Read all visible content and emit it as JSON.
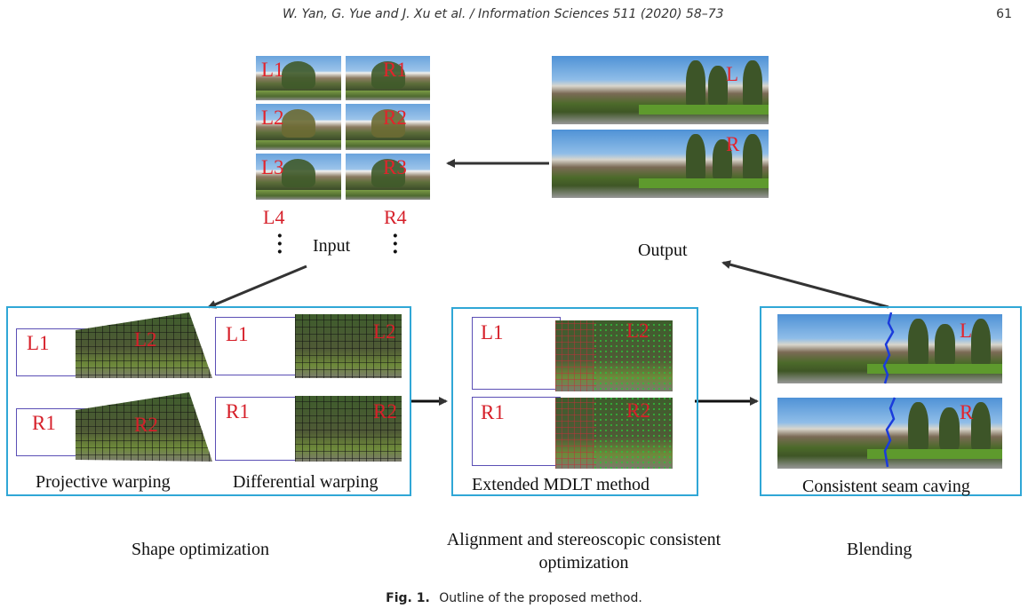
{
  "header": {
    "running_head": "W. Yan, G. Yue and J. Xu et al. / Information Sciences 511 (2020) 58–73",
    "page_number": "61"
  },
  "input": {
    "tiles": [
      "L1",
      "R1",
      "L2",
      "R2",
      "L3",
      "R3"
    ],
    "extra_labels": [
      "L4",
      "R4"
    ],
    "caption": "Input"
  },
  "output": {
    "labels": [
      "L",
      "R"
    ],
    "caption": "Output"
  },
  "shape_box": {
    "captions": [
      "Projective warping",
      "Differential warping"
    ],
    "labels": [
      "L1",
      "L2",
      "R1",
      "R2",
      "L1",
      "L2",
      "R1",
      "R2"
    ]
  },
  "alignment_box": {
    "caption": "Extended MDLT method",
    "labels": [
      "L1",
      "L2",
      "R1",
      "R2"
    ]
  },
  "blending_box": {
    "caption": "Consistent seam caving",
    "labels": [
      "L",
      "R"
    ]
  },
  "stages": {
    "shape": "Shape optimization",
    "alignment": "Alignment and stereoscopic consistent optimization",
    "blending": "Blending"
  },
  "figure_caption": {
    "label": "Fig. 1.",
    "text": "Outline of the proposed method."
  }
}
